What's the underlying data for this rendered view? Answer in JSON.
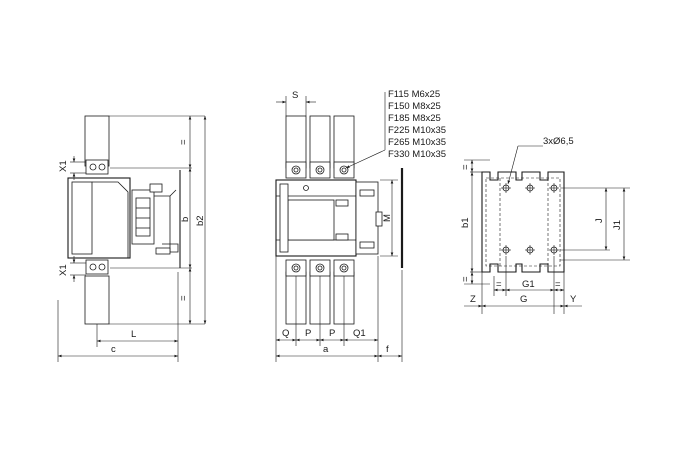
{
  "side_view": {
    "dims": {
      "x1_top": "X1",
      "x1_bottom": "X1",
      "b": "b",
      "b2": "b2",
      "eq_top": "=",
      "eq_bottom": "=",
      "L": "L",
      "c": "c"
    }
  },
  "front_view": {
    "dims": {
      "S": "S",
      "M": "M",
      "Q": "Q",
      "P1": "P",
      "P2": "P",
      "Q1": "Q1",
      "a": "a",
      "f": "f"
    },
    "screw_table": [
      "F115 M6x25",
      "F150 M8x25",
      "F185 M8x25",
      "F225 M10x35",
      "F265 M10x35",
      "F330 M10x35"
    ]
  },
  "mounting_view": {
    "dims": {
      "holes": "3xØ6,5",
      "b1": "b1",
      "J": "J",
      "J1": "J1",
      "eq_top": "=",
      "eq_bottom": "=",
      "eq_left": "=",
      "eq_right": "=",
      "G1": "G1",
      "G": "G",
      "Z": "Z",
      "Y": "Y"
    }
  }
}
